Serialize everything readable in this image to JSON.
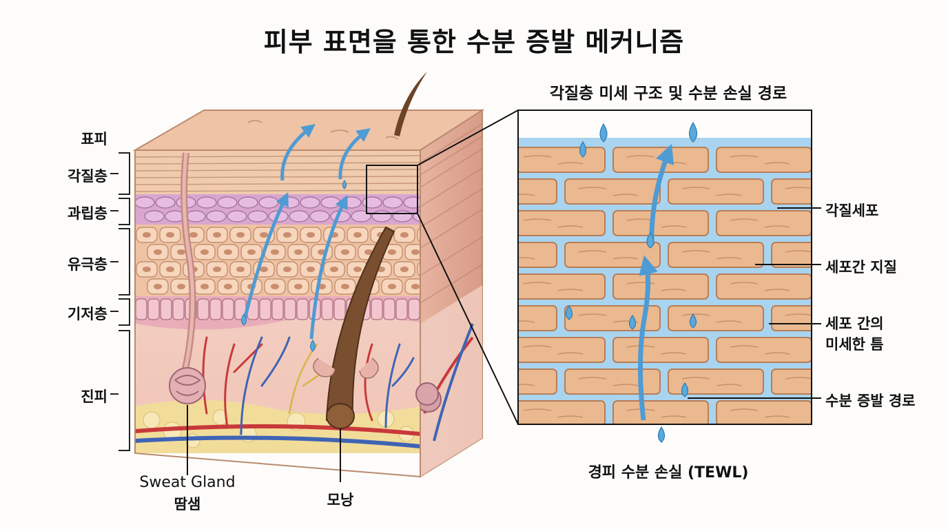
{
  "title": "피부 표면을 통한 수분 증발 메커니즘",
  "detail_title": "각질층 미세 구조 및 수분 손실 경로",
  "layers": {
    "epidermis": "표피",
    "stratum_corneum": "각질층",
    "stratum_granulosum": "과립층",
    "stratum_spinosum": "유극층",
    "stratum_basale": "기저층",
    "dermis": "진피"
  },
  "structures": {
    "sweat_gland_en": "Sweat Gland",
    "sweat_gland_ko": "땀샘",
    "hair_follicle": "모낭"
  },
  "detail_labels": {
    "corneocyte": "각질세포",
    "intercellular_lipid": "세포간 지질",
    "micro_gap_line1": "세포 간의",
    "micro_gap_line2": "미세한 틈",
    "evaporation_path": "수분 증발 경로",
    "tewl": "경피 수분 손실 (TEWL)"
  },
  "colors": {
    "water": "#5aa9dc",
    "skin_surface": "#eec3a4",
    "corneocyte": "#eab98f",
    "granular": "#d9a5cf",
    "spinous": "#f0c4a6",
    "basal": "#e7a9b6",
    "dermis": "#f4d2c6",
    "fat": "#f2dc9a",
    "artery": "#c8393a",
    "vein": "#3f64b5",
    "hair": "#6b4428"
  }
}
